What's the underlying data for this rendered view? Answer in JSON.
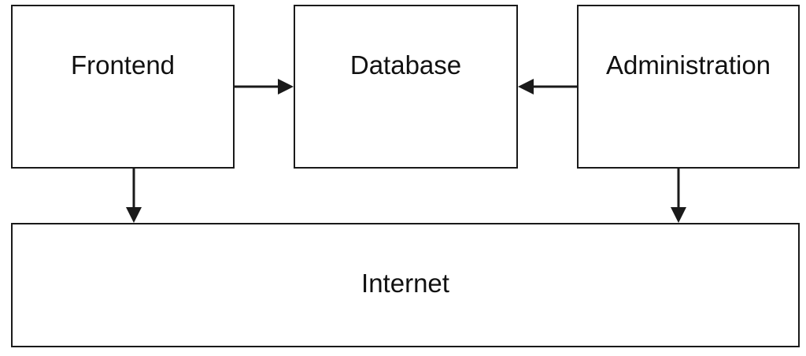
{
  "diagram": {
    "nodes": {
      "frontend": "Frontend",
      "database": "Database",
      "administration": "Administration",
      "internet": "Internet"
    },
    "edges": [
      {
        "from": "Frontend",
        "to": "Database"
      },
      {
        "from": "Administration",
        "to": "Database"
      },
      {
        "from": "Frontend",
        "to": "Internet"
      },
      {
        "from": "Administration",
        "to": "Internet"
      }
    ],
    "colors": {
      "stroke": "#1a1a1a",
      "text": "#111111",
      "background": "#ffffff"
    }
  }
}
